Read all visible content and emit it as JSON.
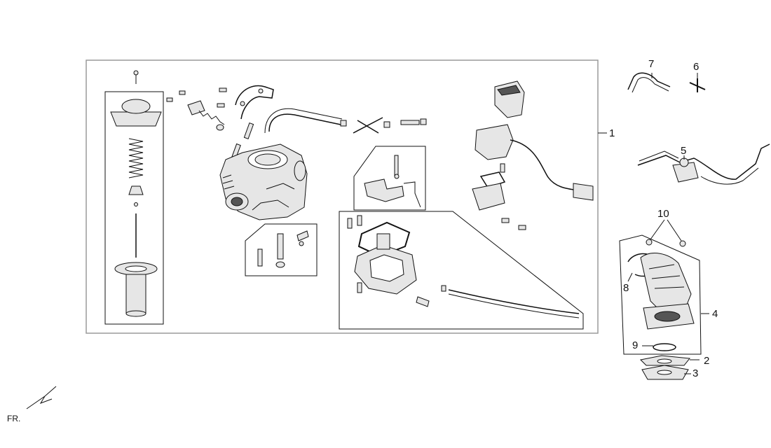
{
  "callouts": {
    "c1": "1",
    "c2": "2",
    "c3": "3",
    "c4": "4",
    "c5": "5",
    "c6": "6",
    "c7": "7",
    "c8": "8",
    "c9": "9",
    "c10": "10"
  },
  "direction_label": "FR.",
  "colors": {
    "line": "#111111",
    "frame": "#9a9a9a",
    "part_fill": "#e6e6e6",
    "part_dark": "#555555"
  }
}
